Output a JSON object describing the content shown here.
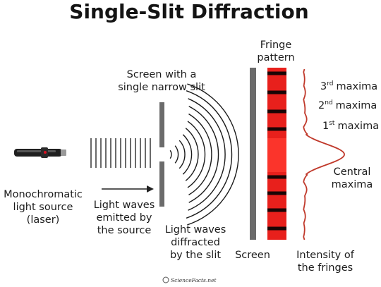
{
  "title": "Single-Slit Diffraction",
  "labels": {
    "source_line1": "Monochromatic",
    "source_line2": "light source",
    "source_line3": "(laser)",
    "emitted_line1": "Light waves",
    "emitted_line2": "emitted by",
    "emitted_line3": "the source",
    "slit_line1": "Screen with a",
    "slit_line2": "single narrow slit",
    "diffracted_line1": "Light waves",
    "diffracted_line2": "diffracted",
    "diffracted_line3": "by the slit",
    "screen": "Screen",
    "fringe_line1": "Fringe",
    "fringe_line2": "pattern",
    "intensity_line1": "Intensity of",
    "intensity_line2": "the fringes"
  },
  "maxima": {
    "third_num": "3",
    "third_sup": "rd",
    "third_word": "maxima",
    "second_num": "2",
    "second_sup": "nd",
    "second_word": "maxima",
    "first_num": "1",
    "first_sup": "st",
    "first_word": "maxima",
    "central_line1": "Central",
    "central_line2": "maxima"
  },
  "logo": "ScienceFacts.net",
  "colors": {
    "fringe_red": "#e8201c",
    "dark_band": "#1a0505",
    "curve": "#c0392b",
    "screen_gray": "#6b6b6b",
    "wave": "#1a1a1a"
  }
}
